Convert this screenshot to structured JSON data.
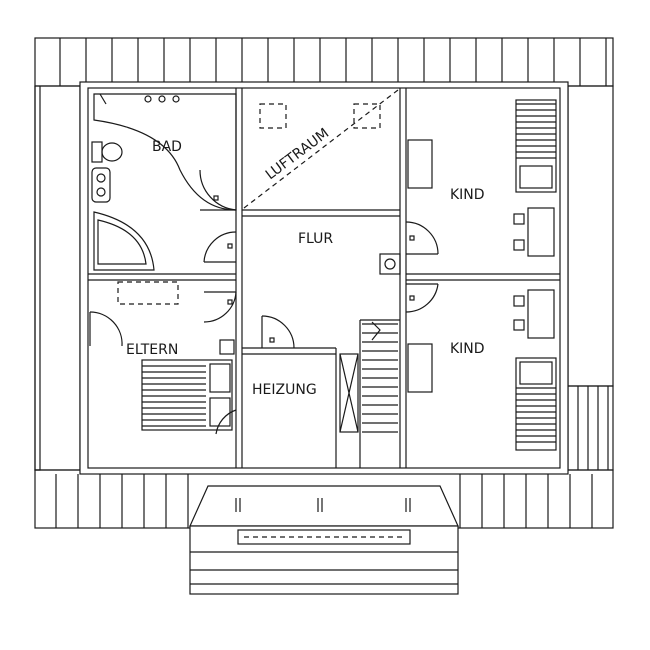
{
  "rooms": {
    "bad": "BAD",
    "luftraum": "LUFTRAUM",
    "kind_top": "KIND",
    "flur": "FLUR",
    "eltern": "ELTERN",
    "kind_bottom": "KIND",
    "heizung": "HEIZUNG"
  }
}
